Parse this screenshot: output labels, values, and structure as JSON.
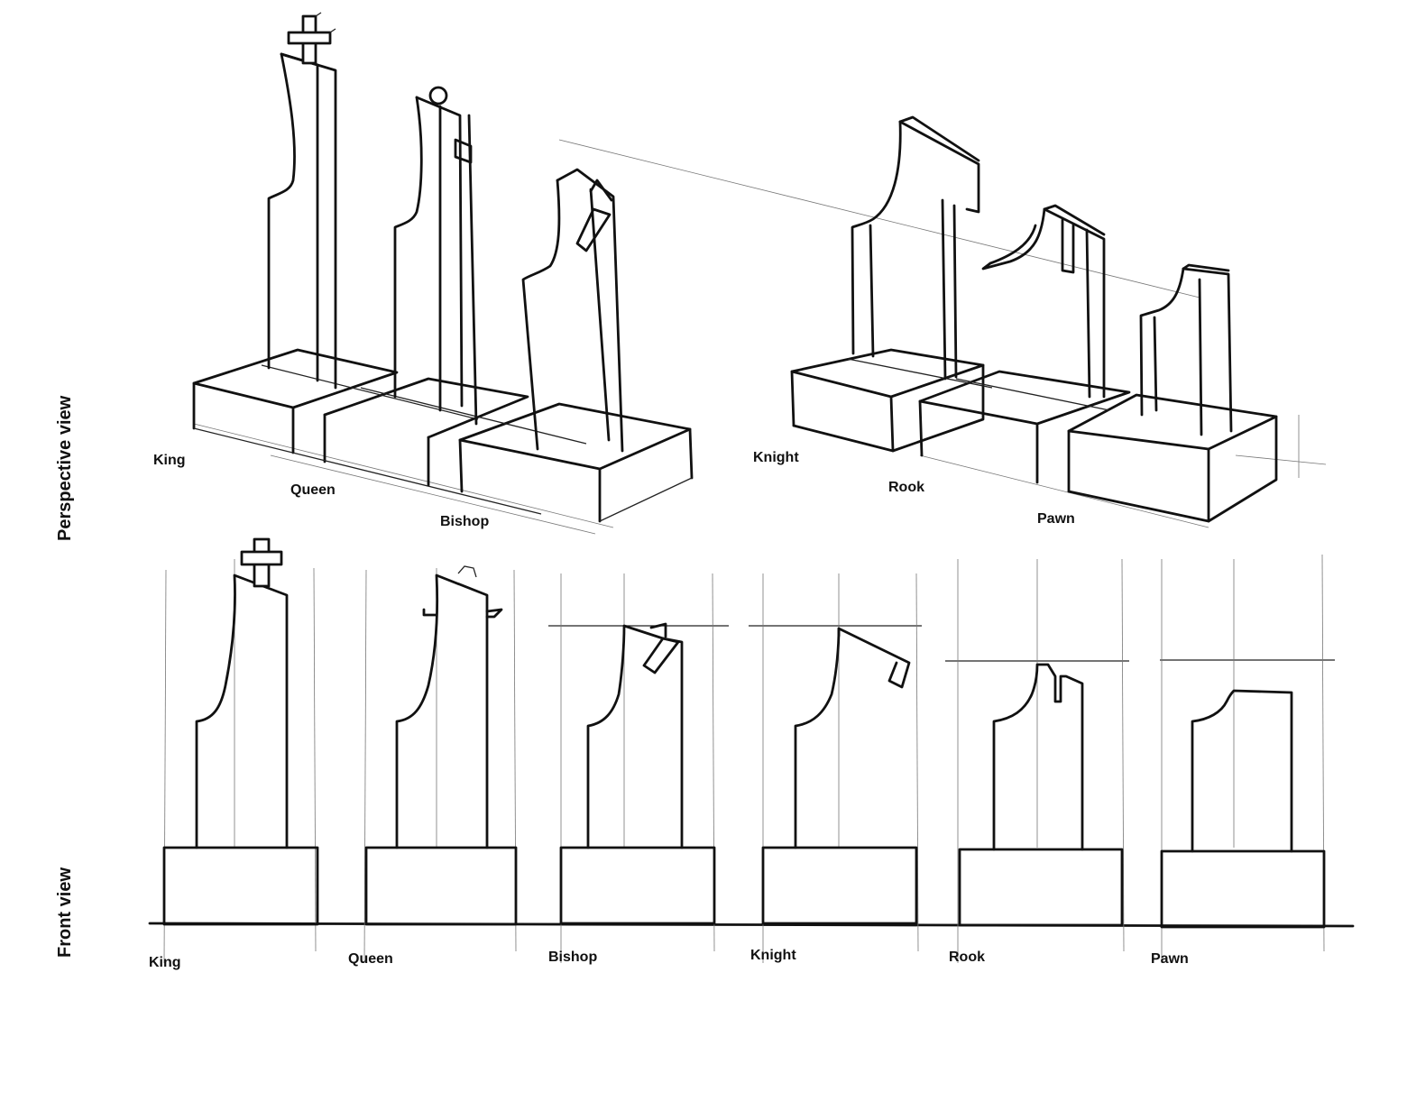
{
  "section_labels": {
    "perspective": "Perspective view",
    "front": "Front view"
  },
  "perspective_pieces": [
    "King",
    "Queen",
    "Bishop",
    "Knight",
    "Rook",
    "Pawn"
  ],
  "front_pieces": [
    "King",
    "Queen",
    "Bishop",
    "Knight",
    "Rook",
    "Pawn"
  ]
}
